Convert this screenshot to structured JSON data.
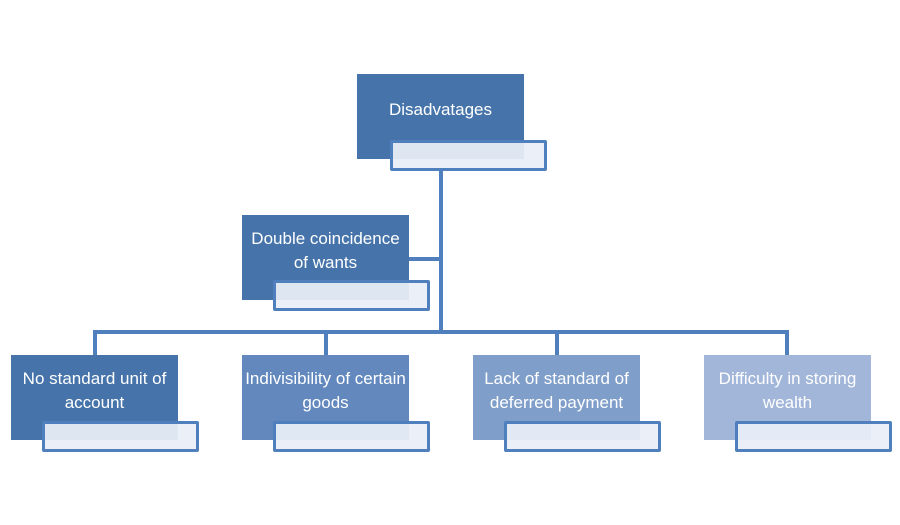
{
  "root": {
    "label": "Disadvatages",
    "color": "#4674aa"
  },
  "assistant": {
    "label": "Double coincidence of wants",
    "color": "#4674aa"
  },
  "children": [
    {
      "label": "No standard unit of account",
      "color": "#4674aa"
    },
    {
      "label": "Indivisibility of certain goods",
      "color": "#6288bd"
    },
    {
      "label": "Lack of standard of deferred payment",
      "color": "#7f9ec9"
    },
    {
      "label": "Difficulty in storing wealth",
      "color": "#a2b6d9"
    }
  ]
}
